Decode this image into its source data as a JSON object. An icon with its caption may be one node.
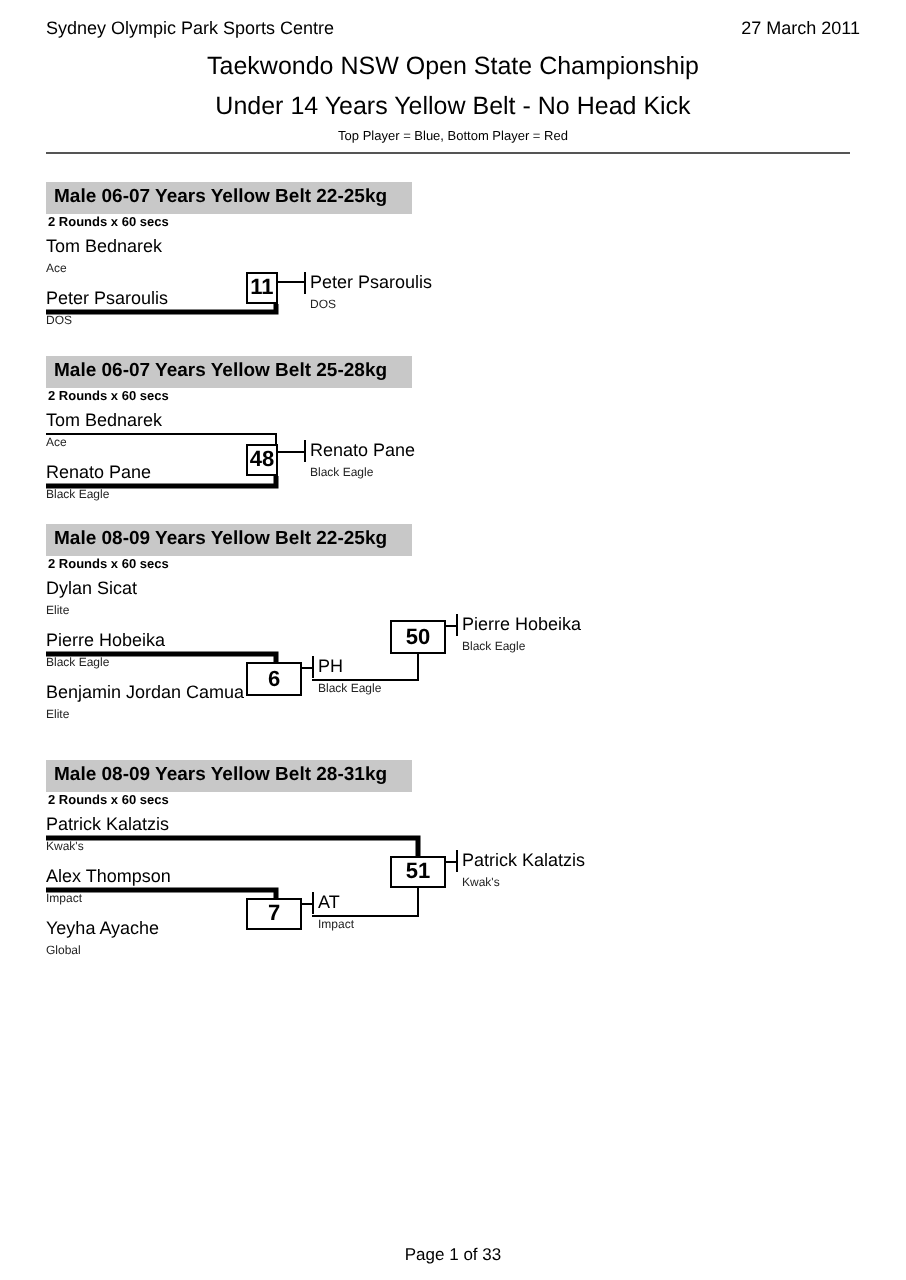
{
  "diagram": {
    "title": "Taekwondo NSW Open State Championship",
    "nodes": [
      {
        "text": [
          "Tom Bednarek"
        ],
        "beside": [
          "Ace"
        ]
      },
      {
        "text": [
          "Peter Psaroulis"
        ],
        "beside": [
          "DOS"
        ]
      },
      {
        "text": [
          "11"
        ]
      },
      {
        "text": [
          "Peter Psaroulis"
        ],
        "beside": [
          "DOS"
        ]
      },
      {
        "text": [
          "Tom Bednarek"
        ],
        "beside": [
          "Ace"
        ]
      },
      {
        "text": [
          "Renato Pane"
        ],
        "beside": [
          "Black Eagle"
        ]
      },
      {
        "text": [
          "48"
        ]
      },
      {
        "text": [
          "Renato Pane"
        ],
        "beside": [
          "Black Eagle"
        ]
      },
      {
        "text": [
          "Dylan Sicat"
        ],
        "beside": [
          "Elite"
        ]
      },
      {
        "text": [
          "Pierre Hobeika"
        ],
        "beside": [
          "Black Eagle"
        ]
      },
      {
        "text": [
          "Benjamin Jordan Camua"
        ],
        "beside": [
          "Elite"
        ]
      },
      {
        "text": [
          "6"
        ]
      },
      {
        "text": [
          "PH"
        ],
        "beside": [
          "Black Eagle"
        ]
      },
      {
        "text": [
          "50"
        ]
      },
      {
        "text": [
          "Pierre Hobeika"
        ],
        "beside": [
          "Black Eagle"
        ]
      },
      {
        "text": [
          "Patrick Kalatzis"
        ],
        "beside": [
          "Kwak's"
        ]
      },
      {
        "text": [
          "Alex Thompson"
        ],
        "beside": [
          "Impact"
        ]
      },
      {
        "text": [
          "Yeyha Ayache"
        ],
        "beside": [
          "Global"
        ]
      },
      {
        "text": [
          "7"
        ]
      },
      {
        "text": [
          "AT"
        ],
        "beside": [
          "Impact"
        ]
      },
      {
        "text": [
          "51"
        ]
      },
      {
        "text": [
          "Patrick Kalatzis"
        ],
        "beside": [
          "Kwak's"
        ]
      }
    ],
    "edges": [
      {
        "from": 1,
        "to": 2,
        "arrow": "none",
        "style": "thick"
      },
      {
        "from": 2,
        "to": 3,
        "arrow": "none"
      },
      {
        "from": 4,
        "to": 6,
        "arrow": "none"
      },
      {
        "from": 5,
        "to": 6,
        "arrow": "none",
        "style": "thick"
      },
      {
        "from": 6,
        "to": 7,
        "arrow": "none"
      },
      {
        "from": 9,
        "to": 11,
        "arrow": "none",
        "style": "thick"
      },
      {
        "from": 11,
        "to": 12,
        "arrow": "none"
      },
      {
        "from": 12,
        "to": 13,
        "arrow": "none"
      },
      {
        "from": 13,
        "to": 14,
        "arrow": "none"
      },
      {
        "from": 15,
        "to": 20,
        "arrow": "none",
        "style": "thick"
      },
      {
        "from": 16,
        "to": 18,
        "arrow": "none",
        "style": "thick"
      },
      {
        "from": 18,
        "to": 19,
        "arrow": "none"
      },
      {
        "from": 19,
        "to": 20,
        "arrow": "none"
      },
      {
        "from": 20,
        "to": 21,
        "arrow": "none"
      }
    ],
    "labels": [
      "Sydney Olympic Park Sports Centre",
      "27 March 2011",
      "Under 14 Years Yellow Belt - No Head Kick",
      "Top Player = Blue, Bottom Player = Red",
      "Male 06-07 Years Yellow Belt 22-25kg",
      "2 Rounds x 60 secs",
      "Male 06-07 Years Yellow Belt 25-28kg",
      "2 Rounds x 60 secs",
      "Male 08-09 Years Yellow Belt 22-25kg",
      "2 Rounds x 60 secs",
      "Male 08-09 Years Yellow Belt 28-31kg",
      "2 Rounds x 60 secs",
      "Page 1 of 33"
    ]
  }
}
